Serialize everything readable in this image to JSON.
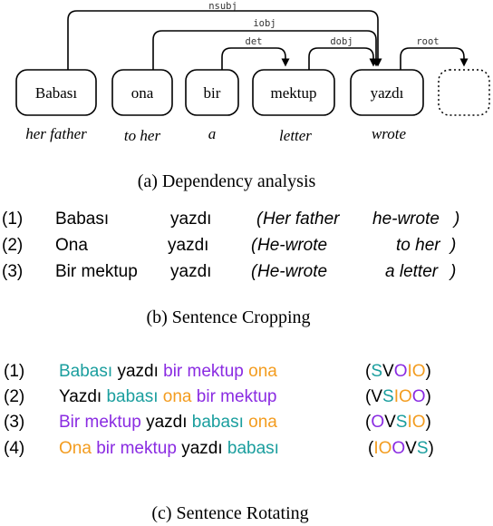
{
  "colors": {
    "subject": "#1a9e9e",
    "indirect_object": "#f39c1f",
    "direct_object": "#8a2be2",
    "verb": "#000000"
  },
  "dependency": {
    "words": [
      "Babası",
      "ona",
      "bir",
      "mektup",
      "yazdı"
    ],
    "glosses": [
      "her father",
      "to her",
      "a",
      "letter",
      "wrote"
    ],
    "relations": [
      {
        "label": "nsubj",
        "head": "yazdı",
        "dependent": "Babası"
      },
      {
        "label": "iobj",
        "head": "yazdı",
        "dependent": "ona"
      },
      {
        "label": "det",
        "head": "mektup",
        "dependent": "bir"
      },
      {
        "label": "dobj",
        "head": "yazdı",
        "dependent": "mektup"
      },
      {
        "label": "root",
        "head": "",
        "dependent": "yazdı"
      }
    ],
    "caption": "(a) Dependency analysis"
  },
  "cropping": {
    "rows": [
      {
        "num": "(1)",
        "first": "Babası",
        "verb": "yazdı",
        "open": "(",
        "gloss1": "Her father",
        "gloss2": "he-wrote",
        "close": ")"
      },
      {
        "num": "(2)",
        "first": "Ona",
        "verb": "yazdı",
        "open": "(",
        "gloss1": "He-wrote",
        "gloss2": "to her",
        "close": ")"
      },
      {
        "num": "(3)",
        "first": "Bir mektup",
        "verb": "yazdı",
        "open": "(",
        "gloss1": "He-wrote",
        "gloss2": "a letter",
        "close": ")"
      }
    ],
    "caption": "(b) Sentence Cropping"
  },
  "rotating": {
    "rows": [
      {
        "num": "(1)",
        "w1": "Babası",
        "w2": "yazdı",
        "w3": "bir mektup",
        "w4": "ona",
        "open": "(",
        "l1": "S",
        "l2": "V",
        "l3": "O",
        "l4": "IO",
        "close": ")"
      },
      {
        "num": "(2)",
        "w1": "Yazdı",
        "w2": "babası",
        "w3": "ona",
        "w4": "bir mektup",
        "open": "(",
        "l1": "V",
        "l2": "S",
        "l3": "IO",
        "l4": "O",
        "close": ")"
      },
      {
        "num": "(3)",
        "w1": "Bir mektup",
        "w2": "yazdı",
        "w3": "babası",
        "w4": "ona",
        "open": "(",
        "l1": "O",
        "l2": "V",
        "l3": "S",
        "l4": "IO",
        "close": ")"
      },
      {
        "num": "(4)",
        "w1": "Ona",
        "w2": "bir mektup",
        "w3": "yazdı",
        "w4": "babası",
        "open": "(",
        "l1": "IO",
        "l2": "O",
        "l3": "V",
        "l4": "S",
        "close": ")"
      }
    ],
    "caption": "(c) Sentence Rotating"
  }
}
